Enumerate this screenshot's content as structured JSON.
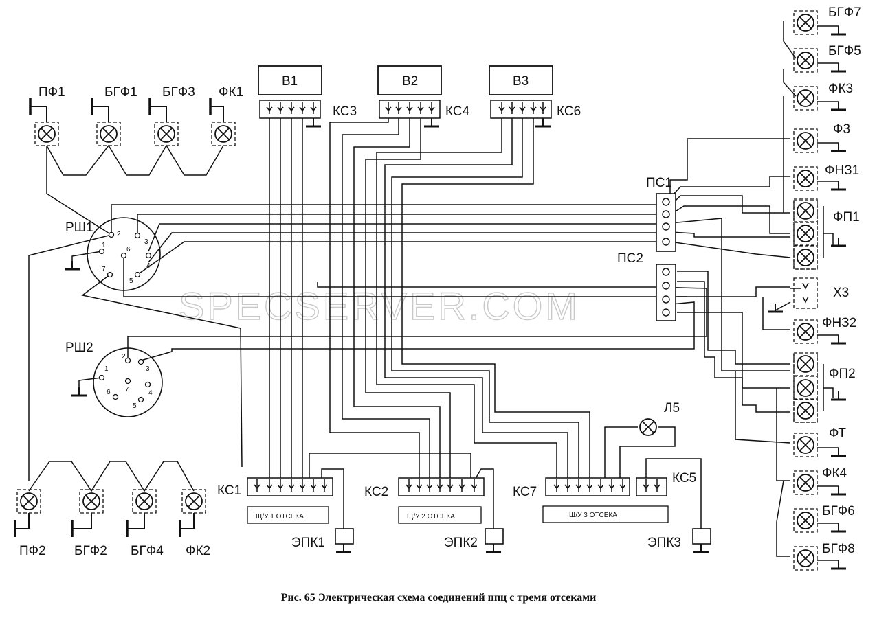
{
  "labels": {
    "pf1": "ПФ1",
    "bgf1": "БГФ1",
    "bgf3": "БГФ3",
    "fk1": "ФК1",
    "pf2": "ПФ2",
    "bgf2": "БГФ2",
    "bgf4": "БГФ4",
    "fk2": "ФК2",
    "v1": "В1",
    "v2": "В2",
    "v3": "В3",
    "ks3": "КС3",
    "ks4": "КС4",
    "ks6": "КС6",
    "ks1": "КС1",
    "ks2": "КС2",
    "ks7": "КС7",
    "ks5": "КС5",
    "rsh1": "РШ1",
    "rsh2": "РШ2",
    "ps1": "ПС1",
    "ps2": "ПС2",
    "epk1": "ЭПК1",
    "epk2": "ЭПК2",
    "epk3": "ЭПК3",
    "l5": "Л5",
    "shu1": "Щ/У  1 ОТСЕКА",
    "shu2": "Щ/У  2 ОТСЕКА",
    "shu3": "Щ/У  3  ОТСЕКА",
    "bgf7": "БГФ7",
    "bgf5": "БГФ5",
    "fk3": "ФК3",
    "f3": "Ф3",
    "fnz1": "ФНЗ1",
    "fp1": "ФП1",
    "x3": "Х3",
    "fnz2": "ФНЗ2",
    "fp2": "ФП2",
    "ft": "ФТ",
    "fk4": "ФК4",
    "bgf6": "БГФ6",
    "bgf8": "БГФ8"
  },
  "pins": {
    "rsh1": [
      "1",
      "2",
      "3",
      "4",
      "5",
      "6",
      "7"
    ],
    "rsh2": [
      "1",
      "2",
      "3",
      "4",
      "5",
      "6",
      "7"
    ]
  },
  "watermark": "SPECSERVER.COM",
  "caption": "Рис. 65 Электрическая схема соединений ппц с тремя отсеками"
}
